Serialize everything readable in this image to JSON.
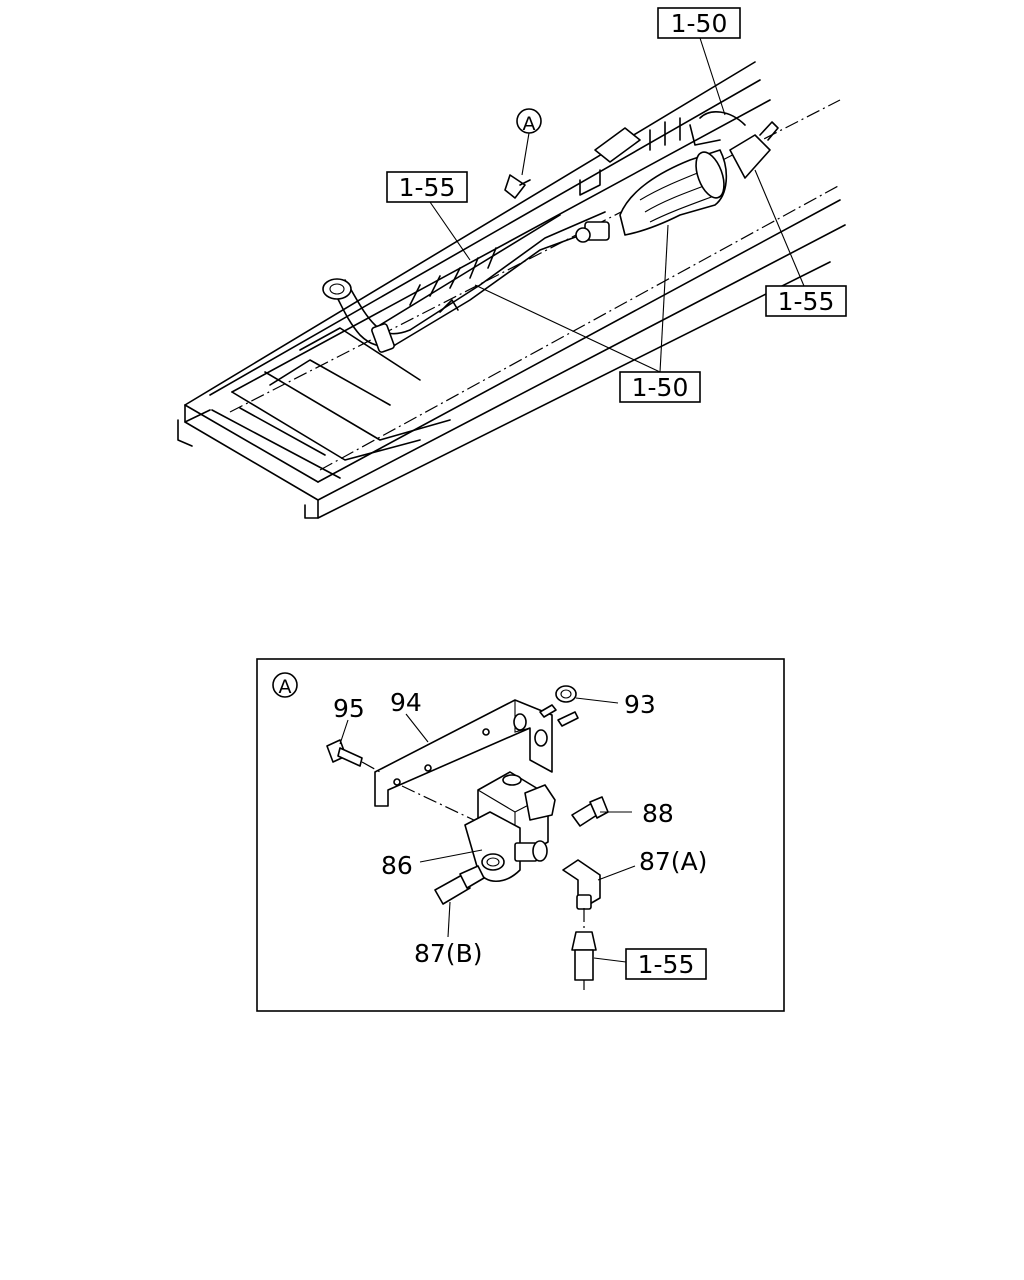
{
  "callouts": {
    "ref_top_right": "1-50",
    "ref_left": "1-55",
    "ref_right": "1-55",
    "ref_bottom": "1-50",
    "ref_detail": "1-55"
  },
  "detail": {
    "marker": "A",
    "marker_top": "A"
  },
  "parts": {
    "p95": "95",
    "p94": "94",
    "p93": "93",
    "p88": "88",
    "p86": "86",
    "p87a": "87(A)",
    "p87b": "87(B)"
  }
}
